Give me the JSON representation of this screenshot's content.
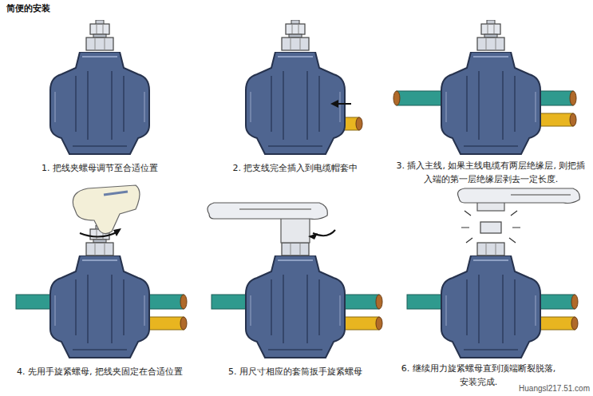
{
  "diagram": {
    "title": "简便的安装",
    "labels": [
      "1. 把线夹螺母调节至合适位置",
      "2. 把支线完全插入到电缆帽套中",
      "3. 插入主线, 如果主线电缆有两层绝缘层, 则把插入端的第一层绝缘层剥去一定长度.",
      "4. 先用手旋紧螺母, 把线夹固定在合适位置",
      "5. 用尺寸相应的套筒扳手旋紧螺母",
      "6. 继续用力旋紧螺母直到顶端断裂脱落, 安装完成.",
      "Huangsl217.51.com"
    ]
  }
}
